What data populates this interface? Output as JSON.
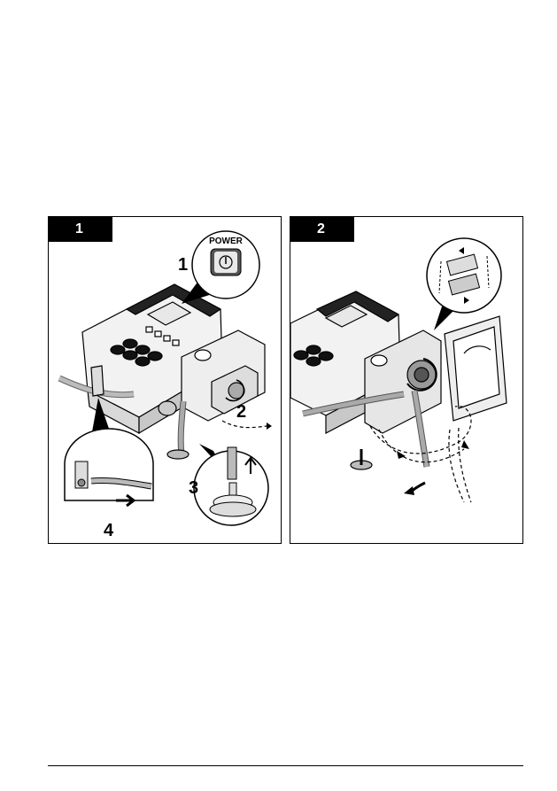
{
  "figure": {
    "panels": [
      {
        "tab_number": "1",
        "power_label": "POWER",
        "callouts": [
          "1",
          "2",
          "3",
          "4"
        ]
      },
      {
        "tab_number": "2"
      }
    ]
  }
}
